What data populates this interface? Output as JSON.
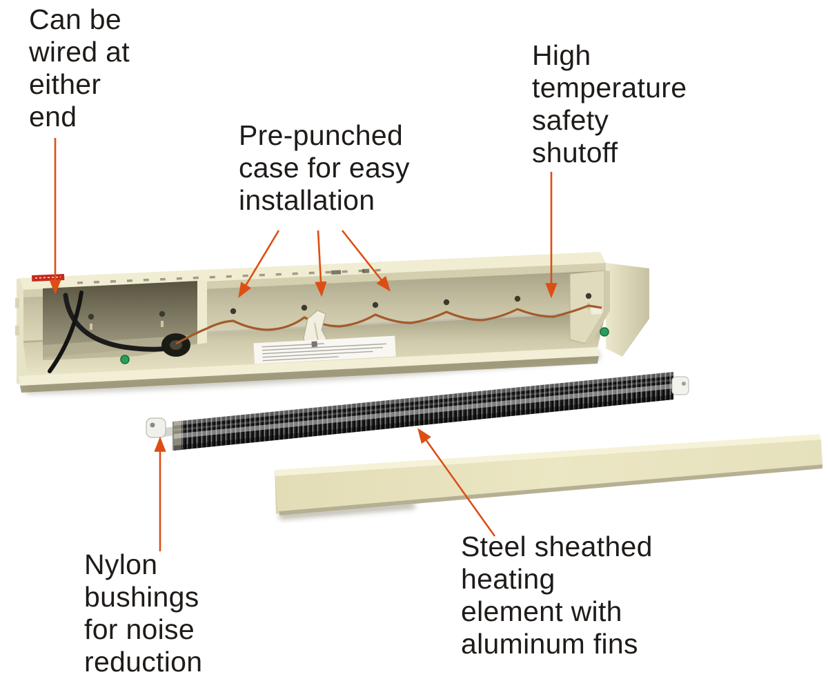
{
  "labels": {
    "can_be_wired": {
      "lines": [
        "Can be",
        "wired at",
        "either",
        "end"
      ]
    },
    "pre_punched": {
      "lines": [
        "Pre-punched",
        "case for easy",
        "installation"
      ]
    },
    "high_temp": {
      "lines": [
        "High",
        "temperature",
        "safety",
        "shutoff"
      ]
    },
    "nylon_bushings": {
      "lines": [
        "Nylon",
        "bushings",
        "for noise",
        "reduction"
      ]
    },
    "steel_element": {
      "lines": [
        "Steel sheathed",
        "heating",
        "element with",
        "aluminum fins"
      ]
    }
  },
  "colors": {
    "background": "#ffffff",
    "text": "#1e1b19",
    "arrow": "#dc4e14",
    "case_beige": "#e5e0bf",
    "panel_beige": "#e8e3bf",
    "element_dark": "#1d1d1d",
    "copper_wire": "#a35a2c",
    "ground_screw": "#27a05c",
    "warning_label": "#c62a1c"
  }
}
